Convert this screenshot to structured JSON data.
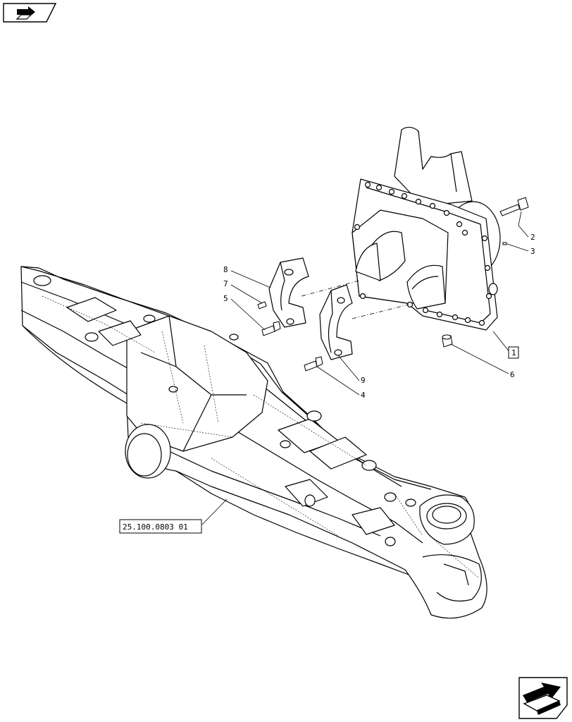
{
  "callouts": {
    "c1": "1",
    "c2": "2",
    "c3": "3",
    "c4": "4",
    "c5": "5",
    "c6": "6",
    "c7": "7",
    "c8": "8",
    "c9": "9"
  },
  "reference": {
    "axle_ref": "25.100.0803 01"
  }
}
